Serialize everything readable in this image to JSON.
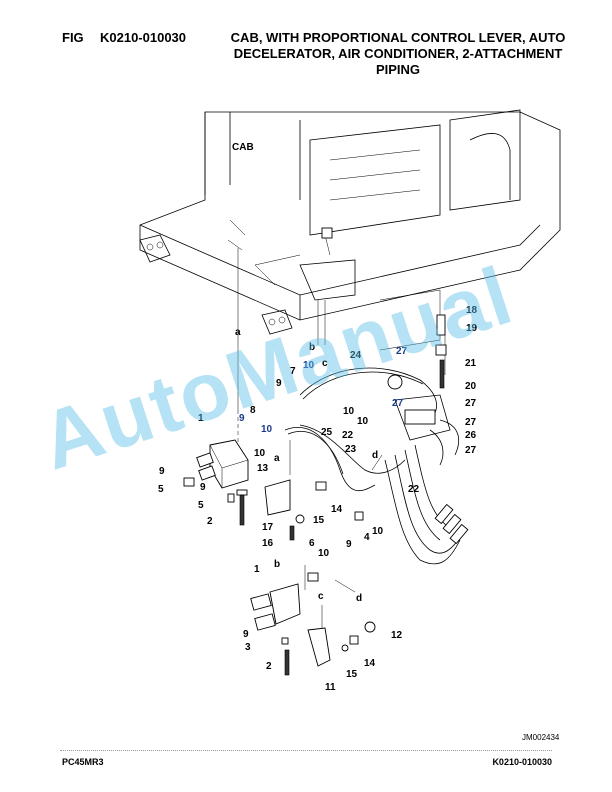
{
  "header": {
    "fig_label": "FIG",
    "fig_number": "K0210-010030",
    "title": "CAB, WITH PROPORTIONAL CONTROL LEVER, AUTO DECELERATOR, AIR CONDITIONER, 2-ATTACHMENT PIPING"
  },
  "diagram": {
    "cab_label": "CAB",
    "callouts": [
      {
        "text": "1"
      },
      {
        "text": "1"
      },
      {
        "text": "2"
      },
      {
        "text": "2"
      },
      {
        "text": "3"
      },
      {
        "text": "4"
      },
      {
        "text": "5"
      },
      {
        "text": "5"
      },
      {
        "text": "6"
      },
      {
        "text": "7"
      },
      {
        "text": "8"
      },
      {
        "text": "9"
      },
      {
        "text": "9"
      },
      {
        "text": "9"
      },
      {
        "text": "9"
      },
      {
        "text": "9"
      },
      {
        "text": "9"
      },
      {
        "text": "10"
      },
      {
        "text": "10"
      },
      {
        "text": "10"
      },
      {
        "text": "10"
      },
      {
        "text": "10"
      },
      {
        "text": "10"
      },
      {
        "text": "10"
      },
      {
        "text": "11"
      },
      {
        "text": "12"
      },
      {
        "text": "13"
      },
      {
        "text": "14"
      },
      {
        "text": "14"
      },
      {
        "text": "15"
      },
      {
        "text": "15"
      },
      {
        "text": "16"
      },
      {
        "text": "17"
      },
      {
        "text": "18"
      },
      {
        "text": "19"
      },
      {
        "text": "20"
      },
      {
        "text": "21"
      },
      {
        "text": "22"
      },
      {
        "text": "22"
      },
      {
        "text": "23"
      },
      {
        "text": "24"
      },
      {
        "text": "25"
      },
      {
        "text": "26"
      },
      {
        "text": "27"
      },
      {
        "text": "27"
      },
      {
        "text": "27"
      },
      {
        "text": "27"
      },
      {
        "text": "27"
      },
      {
        "text": "a"
      },
      {
        "text": "a"
      },
      {
        "text": "b"
      },
      {
        "text": "b"
      },
      {
        "text": "c"
      },
      {
        "text": "c"
      },
      {
        "text": "d"
      },
      {
        "text": "d"
      }
    ],
    "image_code": "JM002434"
  },
  "watermark": "AutoManual",
  "footer": {
    "model": "PC45MR3",
    "fig_number": "K0210-010030"
  }
}
